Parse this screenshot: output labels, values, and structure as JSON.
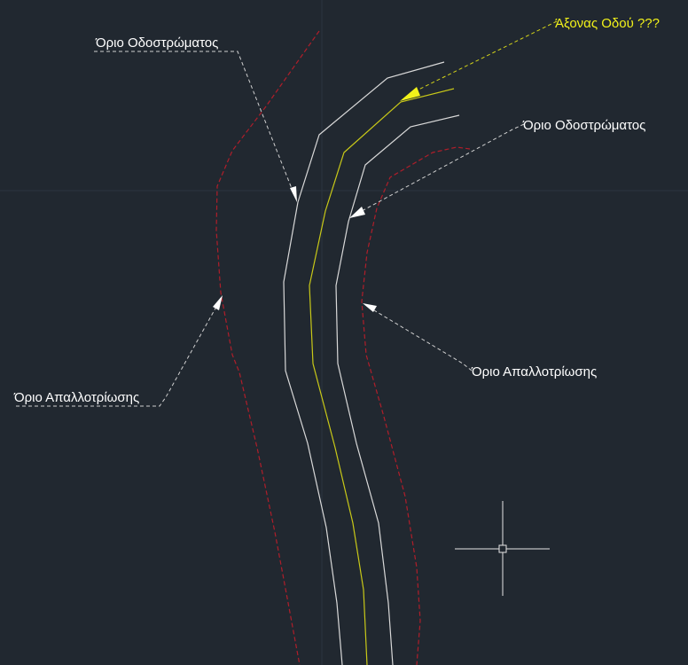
{
  "labels": {
    "road_edge_left": "Όριο Οδοστρώματος",
    "road_edge_right": "Όριο Οδοστρώματος",
    "road_axis": "Άξονας Οδού ???",
    "expropriation_left": "Όριο Απαλλοτρίωσης",
    "expropriation_right": "Όριο Απαλλοτρίωσης"
  },
  "colors": {
    "background": "#212830",
    "grid_line": "#2c3540",
    "road_edge": "#d9d9d9",
    "road_axis": "#c9c918",
    "axis_label": "#f2f21a",
    "expropriation": "#b01e2a",
    "leader": "#d0d0d0",
    "text": "#ffffff",
    "cursor": "#e6e6e6"
  },
  "icons": {
    "cursor": "crosshair-pickbox-icon"
  }
}
